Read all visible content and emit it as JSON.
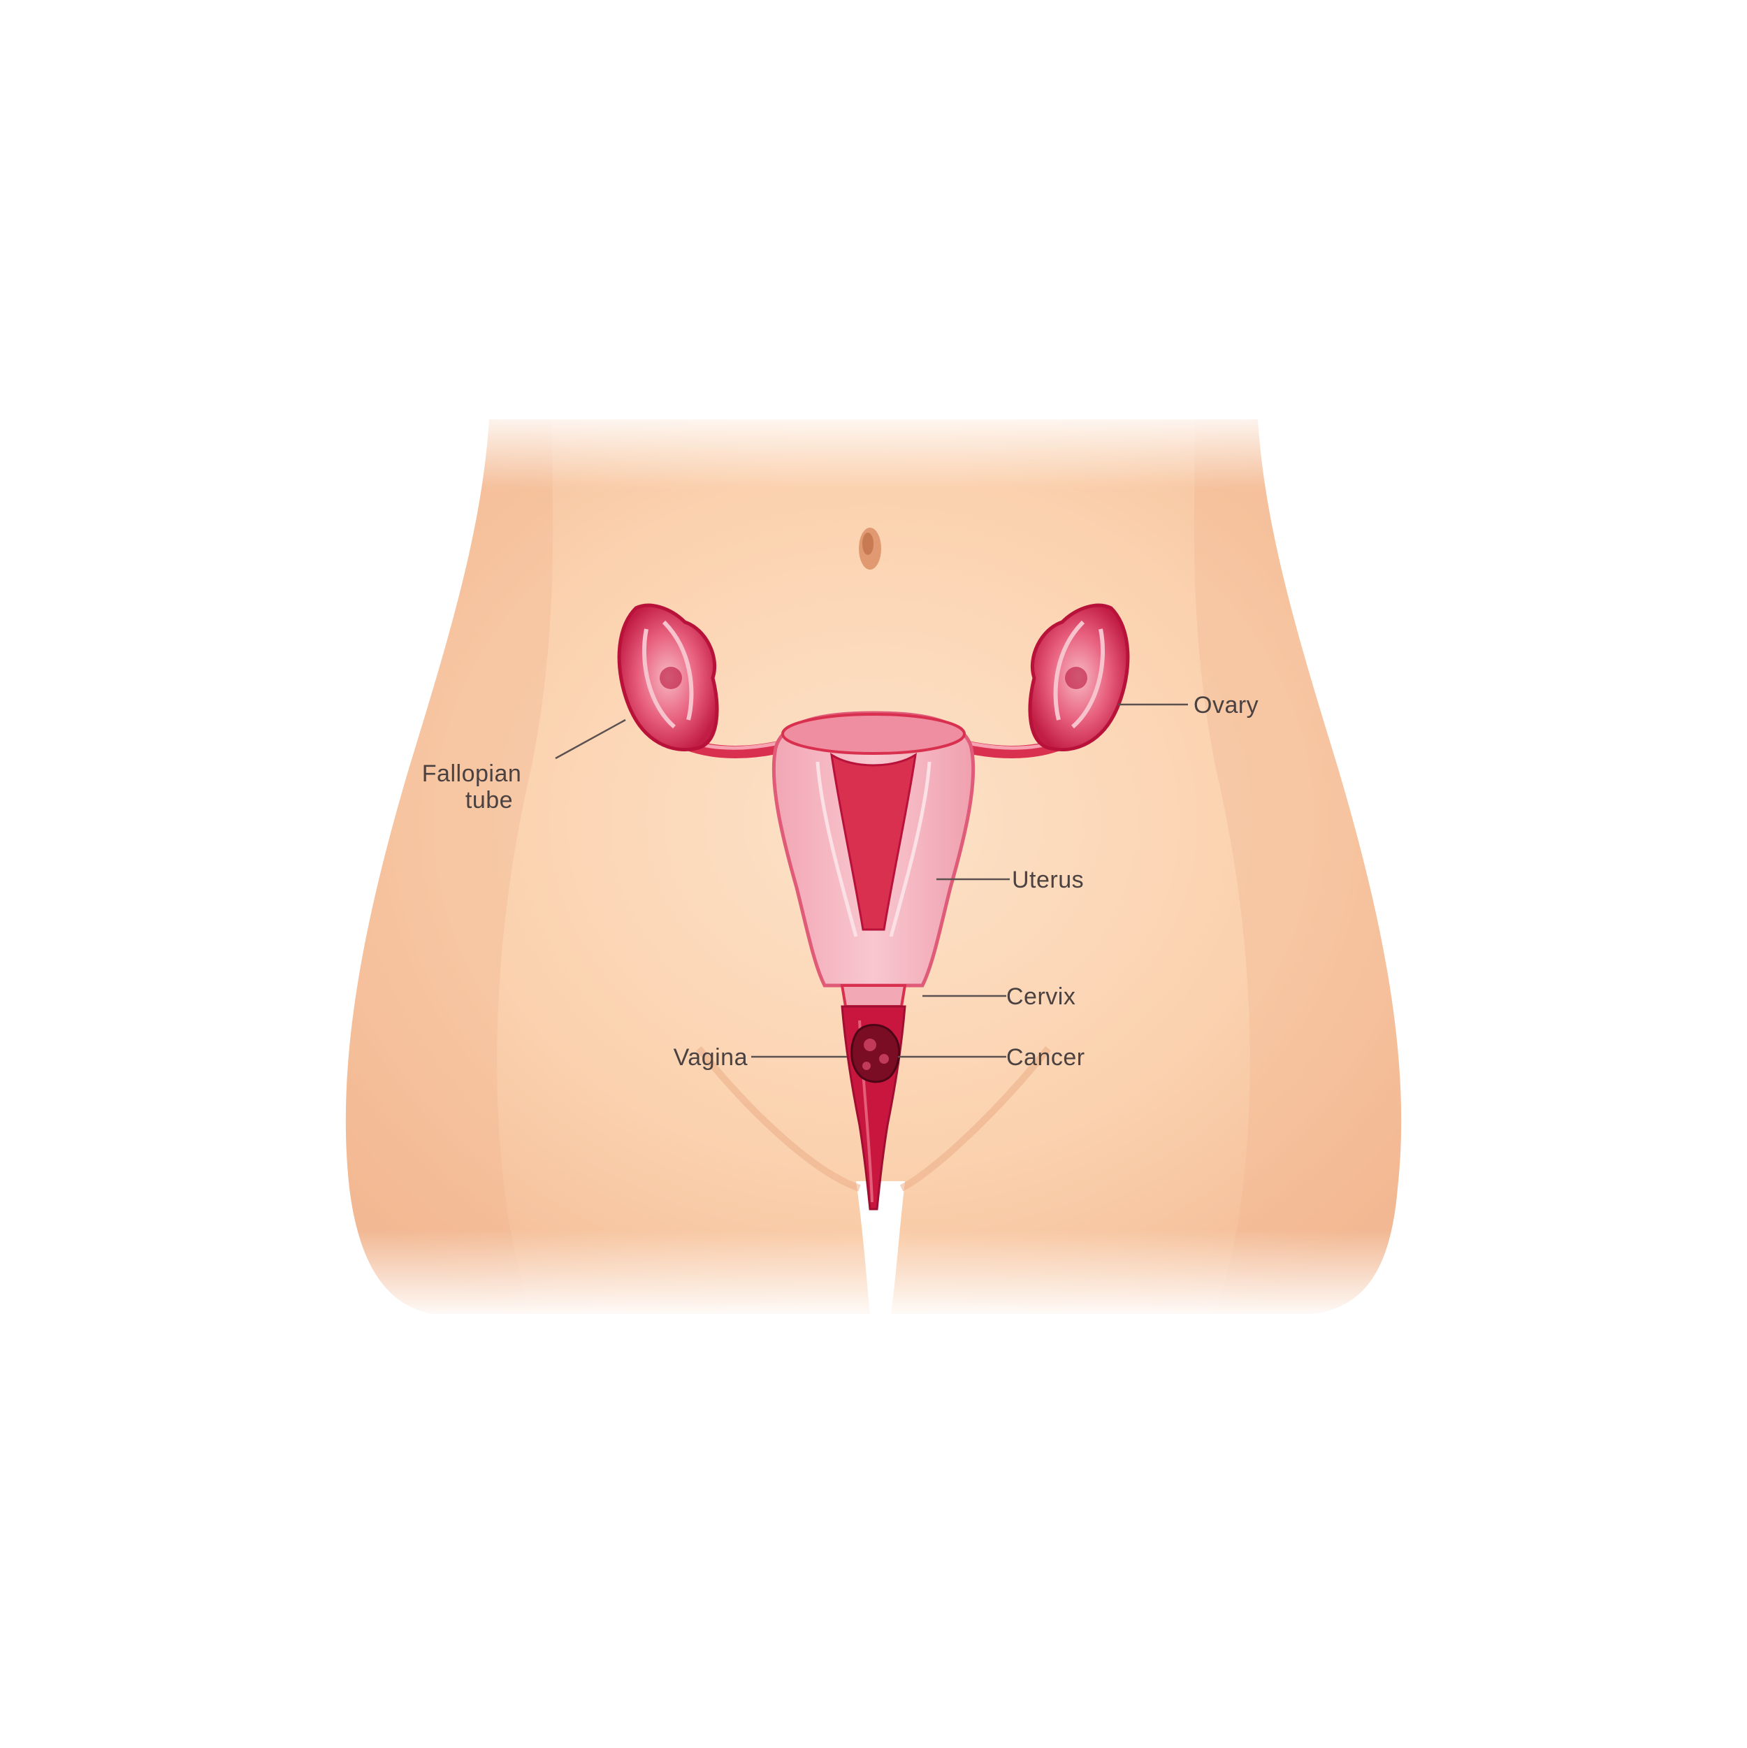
{
  "diagram": {
    "labels": {
      "fallopian_tube_line1": "Fallopian",
      "fallopian_tube_line2": "tube",
      "ovary": "Ovary",
      "uterus": "Uterus",
      "cervix": "Cervix",
      "vagina": "Vagina",
      "cancer": "Cancer"
    },
    "colors": {
      "skin": "#fbd3b3",
      "skin_shadow": "#f2b894",
      "organ": "#e0385a",
      "organ_dark": "#b8123a",
      "organ_light": "#f6a9b6",
      "tumor": "#7a0c24",
      "label_text": "#4a4140"
    }
  }
}
